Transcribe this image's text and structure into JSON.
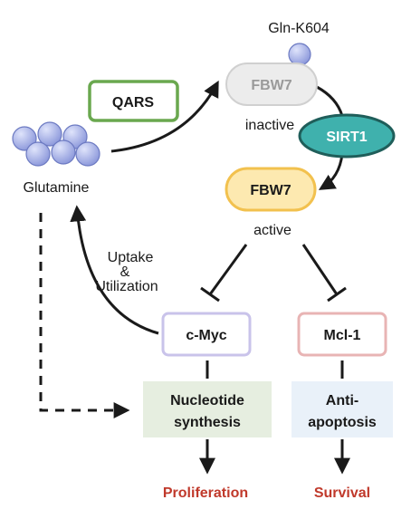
{
  "labels": {
    "gln_k604": "Gln-K604",
    "qars": "QARS",
    "fbw7_inactive": "FBW7",
    "inactive": "inactive",
    "sirt1": "SIRT1",
    "glutamine": "Glutamine",
    "fbw7_active": "FBW7",
    "active": "active",
    "uptake": "Uptake",
    "ampersand": "&",
    "utilization": "Utilization",
    "cmyc": "c-Myc",
    "mcl1": "Mcl-1",
    "nucleotide": "Nucleotide",
    "synthesis": "synthesis",
    "anti": "Anti-",
    "apoptosis": "apoptosis",
    "proliferation": "Proliferation",
    "survival": "Survival"
  },
  "colors": {
    "qars_border": "#6aa84f",
    "fbw7_inactive_fill": "#ececec",
    "fbw7_inactive_text": "#9a9a9a",
    "sirt1_fill": "#3fb1ad",
    "sirt1_border": "#1f5e5a",
    "fbw7_active_fill": "#fde9b0",
    "fbw7_active_border": "#f2c14e",
    "cmyc_border": "#c9c3ea",
    "mcl1_border": "#e8b4b4",
    "nucleotide_fill": "#e6eee0",
    "apoptosis_fill": "#e9f1f9",
    "outcome_text": "#c0392b",
    "bead_fill": "#a9b4e6",
    "bead_stroke": "#6c7ac2"
  }
}
